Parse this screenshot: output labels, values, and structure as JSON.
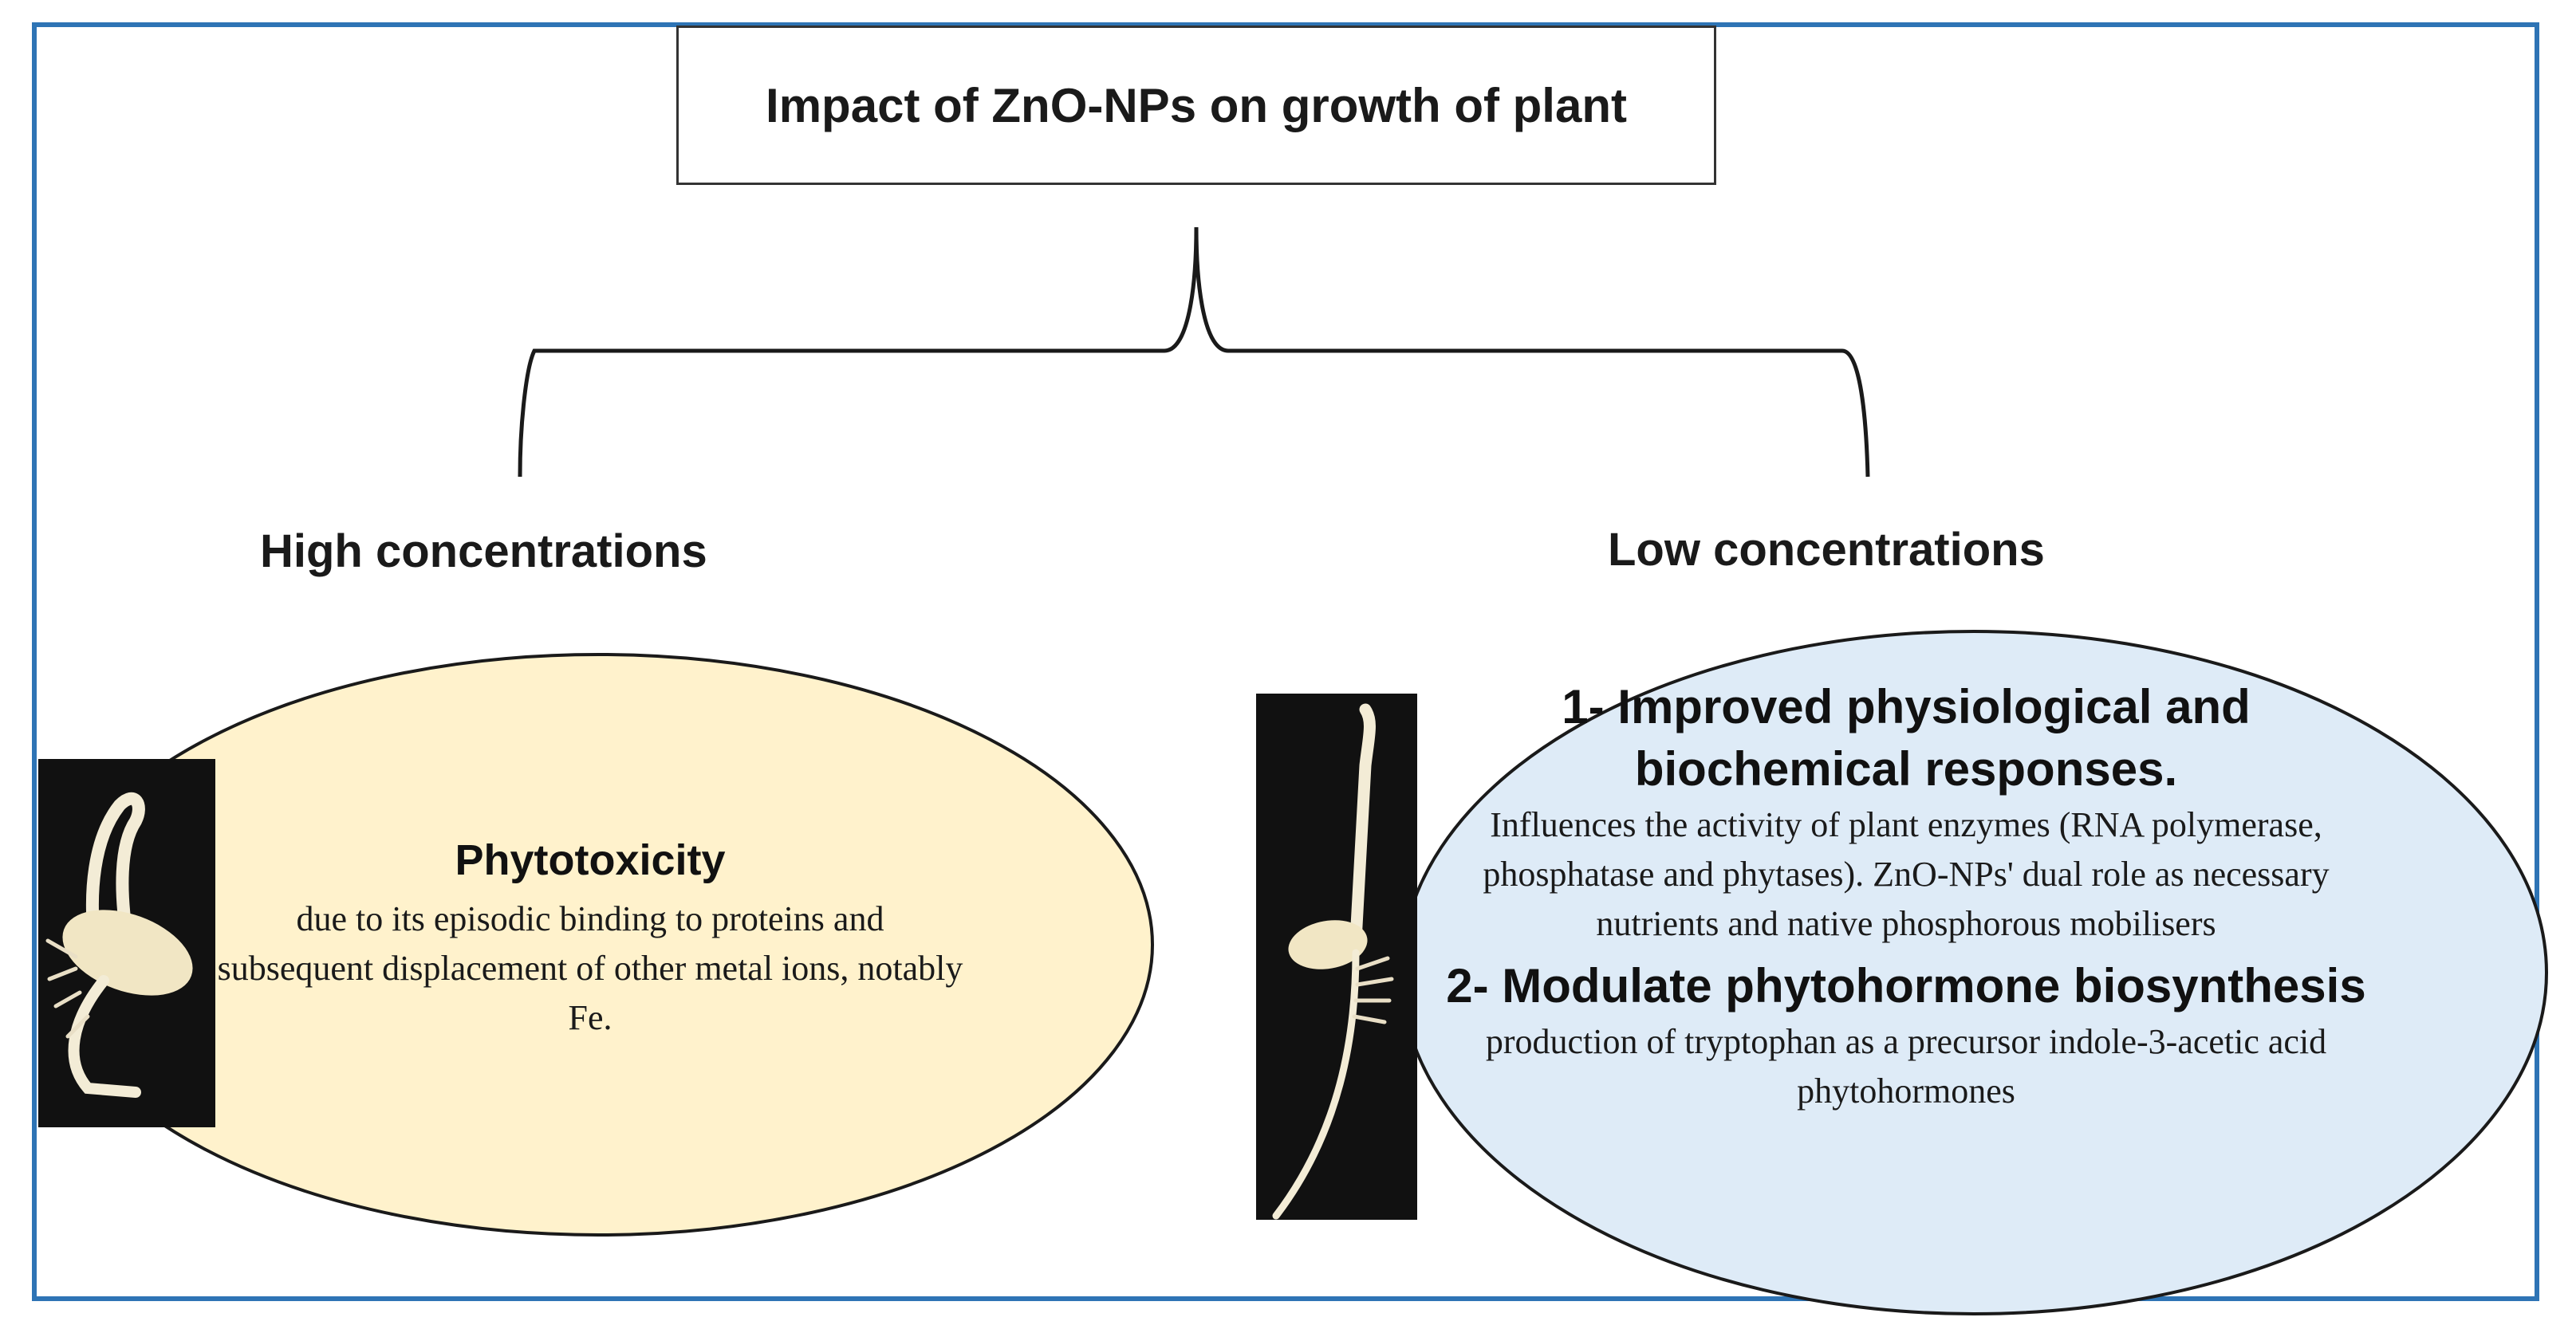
{
  "title": "Impact of ZnO-NPs on growth of plant",
  "branches": {
    "left": {
      "heading": "High concentrations",
      "fill_color": "#fff2cc",
      "box_title": "Phytotoxicity",
      "box_text": "due to its episodic binding to proteins and subsequent displacement of other metal ions, notably Fe."
    },
    "right": {
      "heading": "Low concentrations",
      "fill_color": "#deebf7",
      "item1_title": "1- Improved physiological and biochemical responses.",
      "item1_text": "Influences the activity of plant enzymes (RNA polymerase, phosphatase and phytases). ZnO-NPs' dual role as necessary nutrients and native phosphorous mobilisers",
      "item2_title": "2- Modulate phytohormone biosynthesis",
      "item2_text": "production of tryptophan as a precursor indole-3-acetic acid phytohormones"
    }
  },
  "colors": {
    "frame": "#2e74b5",
    "photo_background": "#111111",
    "seedling": "#f3ecd6"
  }
}
